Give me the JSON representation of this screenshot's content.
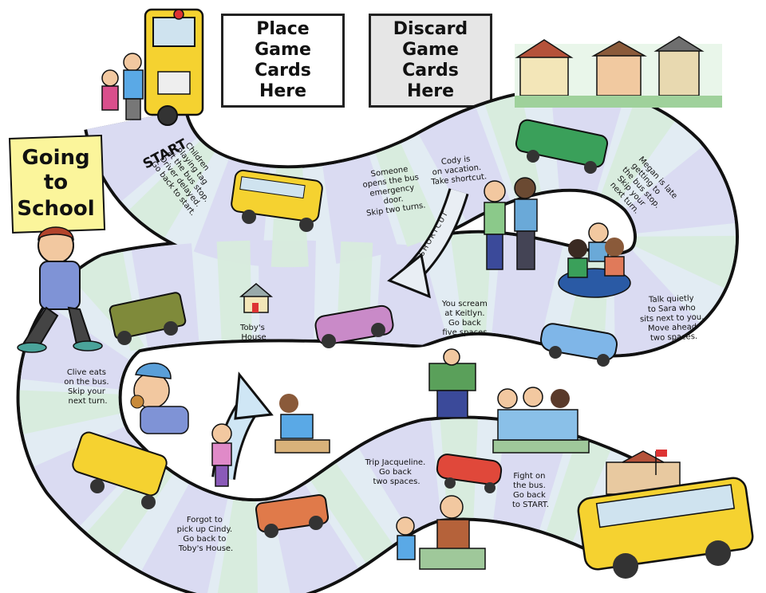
{
  "cards": {
    "place": "Place\nGame Cards\nHere",
    "discard": "Discard\nGame Cards\nHere"
  },
  "sign": {
    "line1": "Going",
    "line2": "to",
    "line3": "School"
  },
  "start_label": "START",
  "shortcut_label": "SHORTCUT",
  "squares": {
    "tag": [
      "Children",
      "playing tag",
      "at the bus stop.",
      "Driver delayed.",
      "Go back to start."
    ],
    "emergency": [
      "Someone",
      "opens the bus",
      "emergency",
      "door.",
      "Skip two turns."
    ],
    "cody": [
      "Cody is",
      "on vacation.",
      "Take shortcut."
    ],
    "megan": [
      "Megan is late",
      "getting to",
      "the bus stop.",
      "Skip your",
      "next turn."
    ],
    "sara": [
      "Talk quietly",
      "to Sara who",
      "sits next to you.",
      "Move ahead",
      "two spaces."
    ],
    "scream": [
      "You scream",
      "at Keitlyn.",
      "Go back",
      "five spaces."
    ],
    "toby": [
      "Toby's",
      "House"
    ],
    "clive": [
      "Clive eats",
      "on the bus.",
      "Skip your",
      "next turn."
    ],
    "cindy": [
      "Forgot to",
      "pick up Cindy.",
      "Go back to",
      "Toby's House."
    ],
    "trip": [
      "Trip Jacqueline.",
      "Go back",
      "two spaces."
    ],
    "fight": [
      "Fight on",
      "the bus.",
      "Go back",
      "to START."
    ]
  },
  "colors": {
    "lavender": "#d9d9f2",
    "light_blue": "#cfe6f5",
    "mint": "#d7ecdc",
    "bus_yellow": "#f5d230",
    "sign_yellow": "#fbf59b",
    "outline": "#111111"
  }
}
